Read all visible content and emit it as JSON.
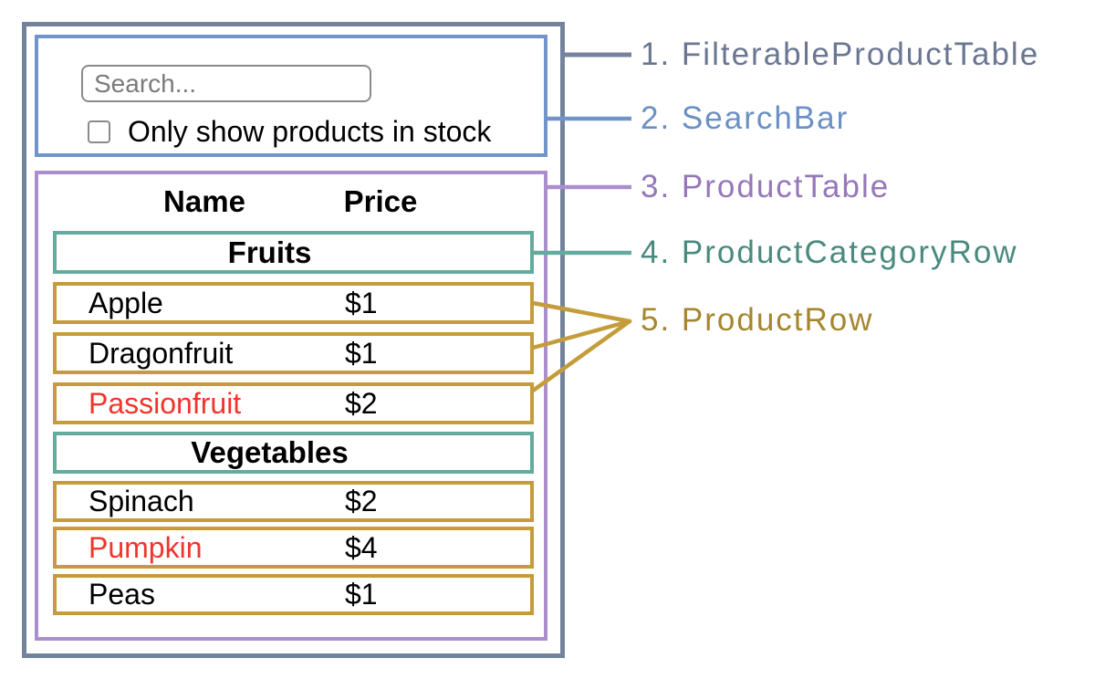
{
  "search_bar": {
    "placeholder": "Search...",
    "checkbox_label": "Only show products in stock",
    "checkbox_checked": false
  },
  "table": {
    "headers": [
      "Name",
      "Price"
    ],
    "sections": [
      {
        "category": "Fruits",
        "rows": [
          {
            "name": "Apple",
            "price": "$1",
            "name_color": "black"
          },
          {
            "name": "Dragonfruit",
            "price": "$1",
            "name_color": "black"
          },
          {
            "name": "Passionfruit",
            "price": "$2",
            "name_color": "red"
          }
        ]
      },
      {
        "category": "Vegetables",
        "rows": [
          {
            "name": "Spinach",
            "price": "$2",
            "name_color": "black"
          },
          {
            "name": "Pumpkin",
            "price": "$4",
            "name_color": "red"
          },
          {
            "name": "Peas",
            "price": "$1",
            "name_color": "black"
          }
        ]
      }
    ]
  },
  "labels": [
    {
      "text": "1. FilterableProductTable",
      "color": "#6a7692"
    },
    {
      "text": "2. SearchBar",
      "color": "#6b90c3"
    },
    {
      "text": "3. ProductTable",
      "color": "#9677b9"
    },
    {
      "text": "4. ProductCategoryRow",
      "color": "#4a8a7e"
    },
    {
      "text": "5. ProductRow",
      "color": "#a5862e"
    }
  ],
  "colors": {
    "outline_filterable_product_table": "#74839d",
    "outline_search_bar": "#7195ca",
    "outline_product_table": "#ab8ecd",
    "outline_product_category_row": "#64ab9d",
    "outline_product_row": "#c49d3a",
    "out_of_stock_text": "#f0352b"
  }
}
